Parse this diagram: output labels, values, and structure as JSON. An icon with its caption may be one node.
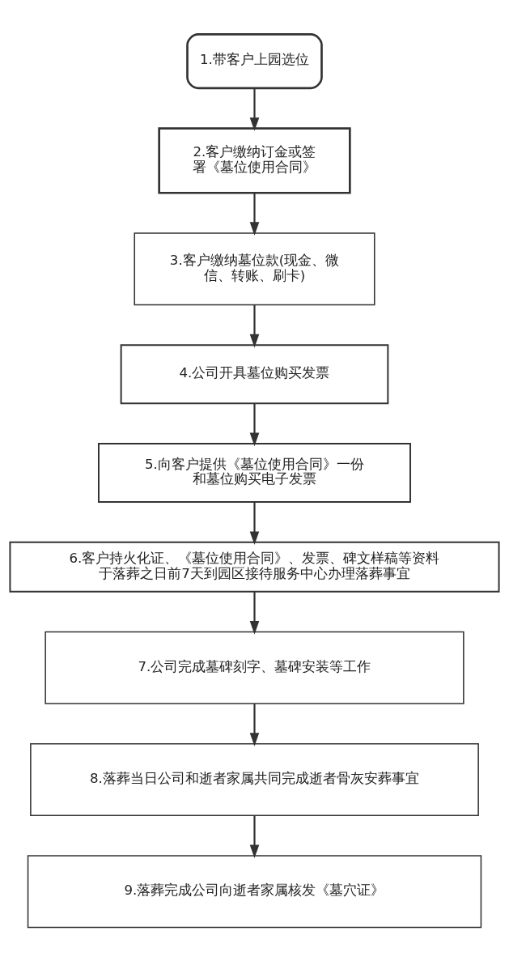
{
  "diagram": {
    "nodes": [
      {
        "text": [
          "1.带客户上园选位"
        ]
      },
      {
        "text": [
          "2.客户缴纳订金或签署《墓位使用合同》"
        ]
      },
      {
        "text": [
          "3.客户缴纳墓位款(现金、微信、转账、刷卡)"
        ]
      },
      {
        "text": [
          "4.公司开具墓位购买发票"
        ]
      },
      {
        "text": [
          "5.向客户提供《墓位使用合同》一份和墓位购买电子发票"
        ]
      },
      {
        "text": [
          "6.客户持火化证、《墓位使用合同》、发票、碑文样稿等资料于落葬之日前7天到园区接待服务中心办理落葬事宜"
        ]
      },
      {
        "text": [
          "7.公司完成墓碑刻字、墓碑安装等工作"
        ]
      },
      {
        "text": [
          "8.落葬当日公司和逝者家属共同完成逝者骨灰安葬事宜"
        ]
      },
      {
        "text": [
          "9.落葬完成公司向逝者家属核发《墓穴证》"
        ]
      }
    ],
    "edges": [
      {
        "from": 0,
        "to": 1,
        "arrow": "to"
      },
      {
        "from": 1,
        "to": 2,
        "arrow": "to"
      },
      {
        "from": 2,
        "to": 3,
        "arrow": "to"
      },
      {
        "from": 3,
        "to": 4,
        "arrow": "to"
      },
      {
        "from": 4,
        "to": 5,
        "arrow": "to"
      },
      {
        "from": 5,
        "to": 6,
        "arrow": "to"
      },
      {
        "from": 6,
        "to": 7,
        "arrow": "to"
      },
      {
        "from": 7,
        "to": 8,
        "arrow": "to"
      }
    ]
  }
}
